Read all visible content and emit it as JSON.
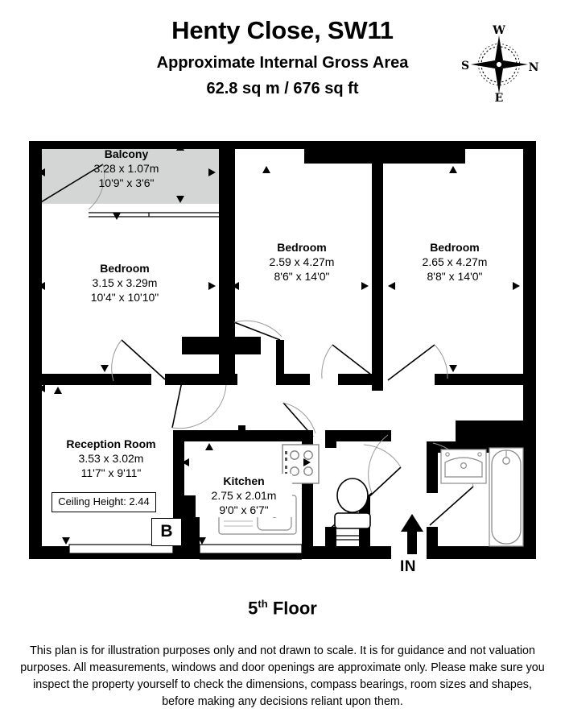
{
  "header": {
    "title": "Henty Close, SW11",
    "subtitle": "Approximate Internal Gross Area",
    "area": "62.8 sq m / 676 sq ft"
  },
  "compass": {
    "top": "W",
    "right": "N",
    "bottom": "E",
    "left": "S"
  },
  "rooms": [
    {
      "id": "balcony",
      "name": "Balcony",
      "metric": "3.28 x 1.07m",
      "imperial": "10'9\" x 3'6\"",
      "fill": "#d4d6d5"
    },
    {
      "id": "bedroom-1",
      "name": "Bedroom",
      "metric": "3.15 x 3.29m",
      "imperial": "10'4\" x 10'10\"",
      "fill": "#ffffff"
    },
    {
      "id": "bedroom-2",
      "name": "Bedroom",
      "metric": "2.59 x 4.27m",
      "imperial": "8'6\" x 14'0\"",
      "fill": "#ffffff"
    },
    {
      "id": "bedroom-3",
      "name": "Bedroom",
      "metric": "2.65 x 4.27m",
      "imperial": "8'8\" x 14'0\"",
      "fill": "#ffffff"
    },
    {
      "id": "reception-room",
      "name": "Reception Room",
      "metric": "3.53 x 3.02m",
      "imperial": "11'7\" x 9'11\"",
      "fill": "#ffffff"
    },
    {
      "id": "kitchen",
      "name": "Kitchen",
      "metric": "2.75 x 2.01m",
      "imperial": "9'0\" x 6'7\"",
      "fill": "#ffffff"
    }
  ],
  "annotations": {
    "ceiling_height": "Ceiling Height: 2.44",
    "boiler": "B",
    "entrance": "IN"
  },
  "floor": {
    "number": "5",
    "ordinal": "th",
    "word": "Floor"
  },
  "disclaimer": "This plan is for illustration purposes only and not drawn to scale. It is for guidance and not valuation purposes. All measurements, windows and door openings are approximate only. Please make sure you inspect the property yourself to check the dimensions, compass bearings, room sizes and shapes, before making any decisions reliant upon them.",
  "colors": {
    "wall": "#000000",
    "balcony_fill": "#d4d6d5",
    "fixture_stroke": "#8c8c8c",
    "background": "#ffffff"
  }
}
